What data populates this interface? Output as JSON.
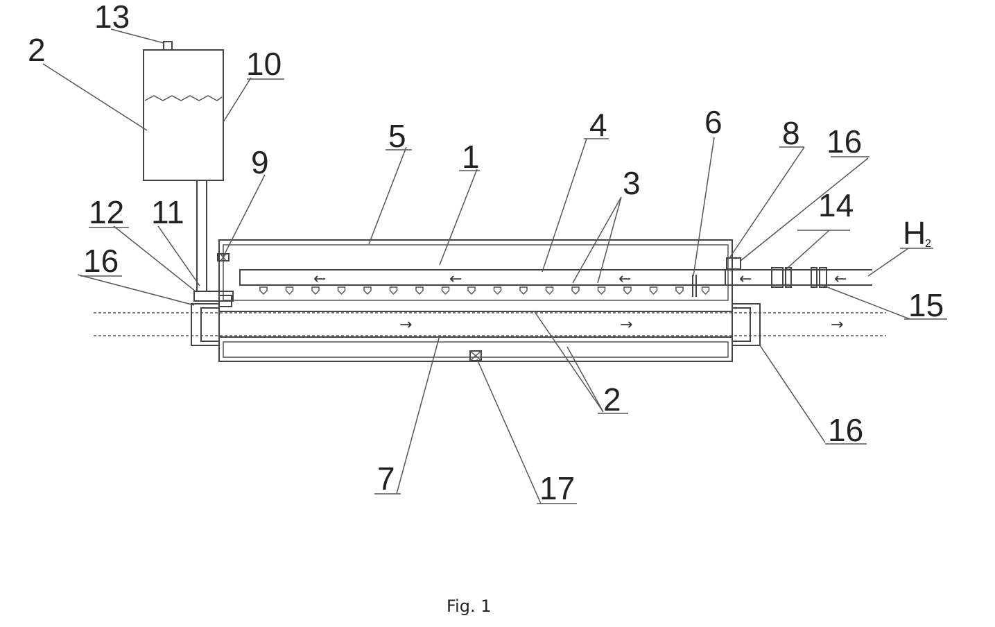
{
  "figure": {
    "caption": "Fig. 1",
    "gas_label": {
      "main": "H",
      "subscript": "2"
    }
  },
  "labels": [
    {
      "key": "l13",
      "text": "13"
    },
    {
      "key": "l2a",
      "text": "2"
    },
    {
      "key": "l10",
      "text": "10"
    },
    {
      "key": "l9",
      "text": "9"
    },
    {
      "key": "l12",
      "text": "12"
    },
    {
      "key": "l11",
      "text": "11"
    },
    {
      "key": "l16a",
      "text": "16"
    },
    {
      "key": "l5",
      "text": "5"
    },
    {
      "key": "l1",
      "text": "1"
    },
    {
      "key": "l4",
      "text": "4"
    },
    {
      "key": "l3",
      "text": "3"
    },
    {
      "key": "l6",
      "text": "6"
    },
    {
      "key": "l8",
      "text": "8"
    },
    {
      "key": "l16b",
      "text": "16"
    },
    {
      "key": "l14",
      "text": "14"
    },
    {
      "key": "l15",
      "text": "15"
    },
    {
      "key": "l2b",
      "text": "2"
    },
    {
      "key": "l16c",
      "text": "16"
    },
    {
      "key": "l7",
      "text": "7"
    },
    {
      "key": "l17",
      "text": "17"
    }
  ],
  "flow_arrows": {
    "left_glyph": "←",
    "right_glyph": "→"
  }
}
